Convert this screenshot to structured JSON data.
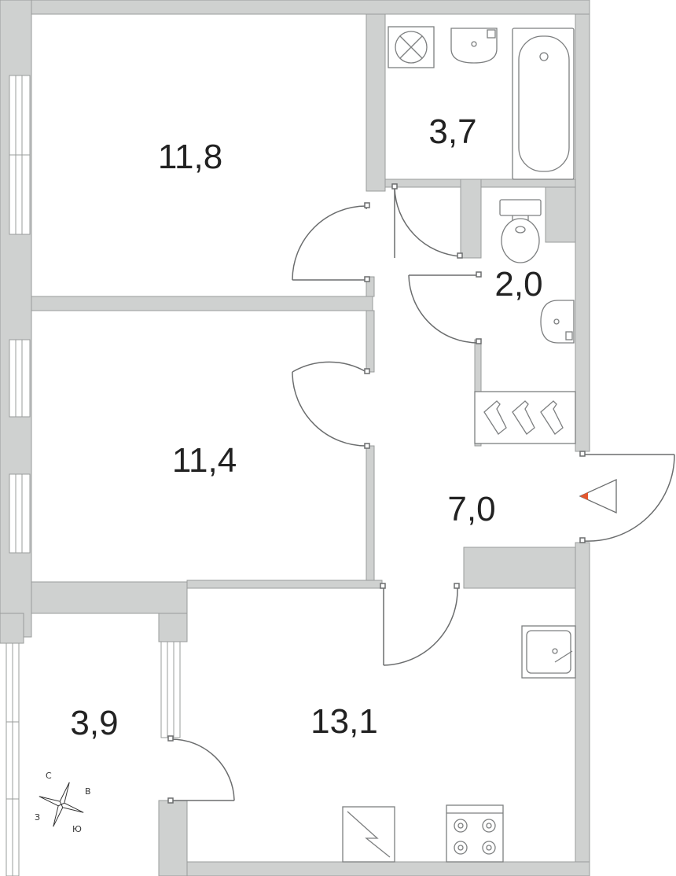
{
  "rooms": [
    {
      "id": "bedroom-1",
      "area": "11,8"
    },
    {
      "id": "bathroom",
      "area": "3,7"
    },
    {
      "id": "toilet",
      "area": "2,0"
    },
    {
      "id": "bedroom-2",
      "area": "11,4"
    },
    {
      "id": "hallway",
      "area": "7,0"
    },
    {
      "id": "kitchen",
      "area": "13,1"
    },
    {
      "id": "balcony",
      "area": "3,9"
    }
  ],
  "compass": {
    "north": "С",
    "east": "В",
    "west": "З",
    "south": "Ю"
  },
  "colors": {
    "wall": "#cfd1d0",
    "wall_edge": "#9a9c9b",
    "window": "#ffffff",
    "fixture_stroke": "#7d7f80",
    "door_arc": "#6b6d6e",
    "entrance_marker": "#e4572e"
  }
}
